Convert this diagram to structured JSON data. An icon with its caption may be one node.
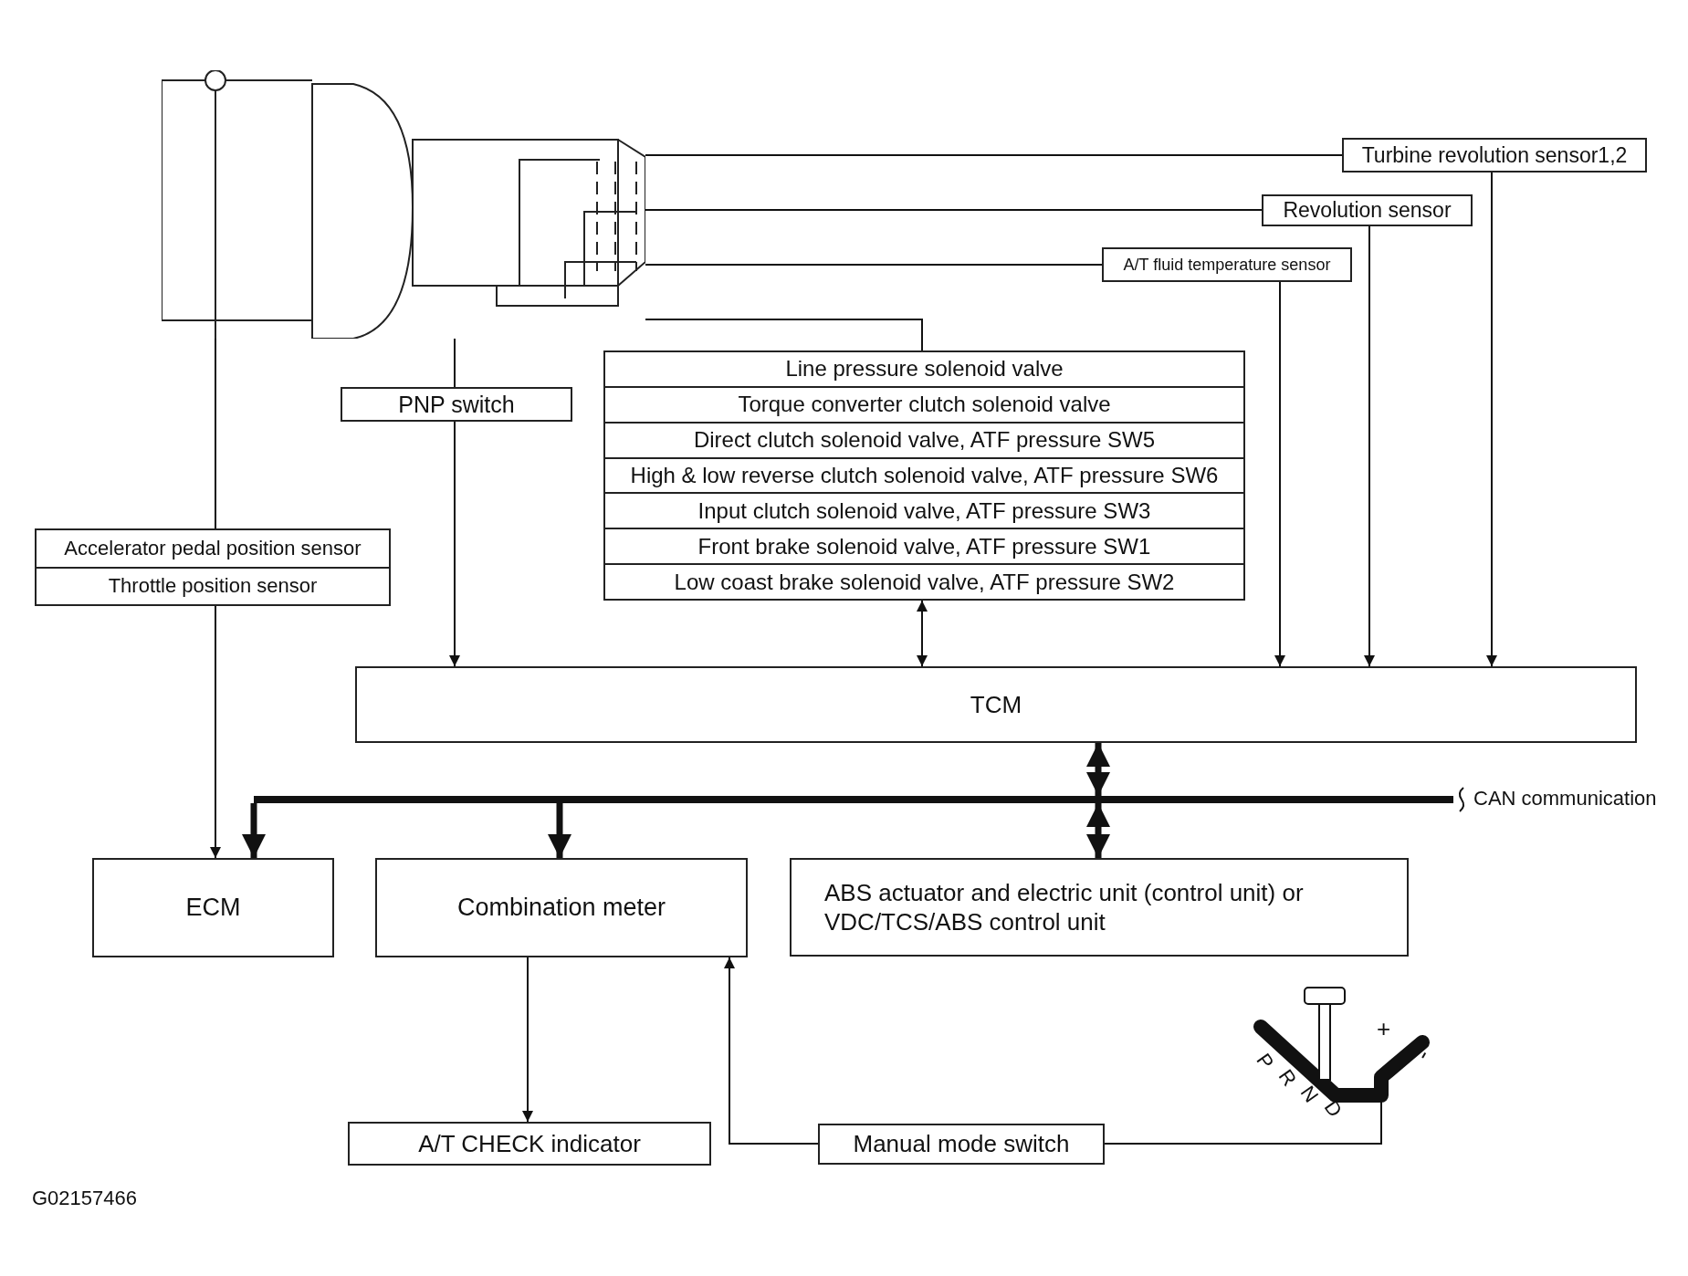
{
  "diagram": {
    "nodes": [
      {
        "text": [],
        "shape": "picture"
      },
      {
        "text": [
          "Turbine revolution sensor1,2"
        ]
      },
      {
        "text": [
          "Revolution sensor"
        ]
      },
      {
        "text": [
          "A/T fluid temperature sensor"
        ]
      },
      {
        "text": [
          "PNP switch"
        ]
      },
      {
        "text": [
          "Line pressure solenoid valve",
          "Torque converter clutch solenoid valve",
          "Direct clutch solenoid valve, ATF pressure SW5",
          "High & low reverse clutch solenoid valve, ATF pressure SW6",
          "Input clutch solenoid valve, ATF pressure SW3",
          "Front brake solenoid valve, ATF pressure SW1",
          "Low coast  brake solenoid valve, ATF pressure SW2"
        ]
      },
      {
        "text": [
          "Accelerator pedal position sensor",
          "Throttle position sensor"
        ]
      },
      {
        "text": [
          "TCM"
        ]
      },
      {
        "text": [],
        "shape": "bar",
        "beside": [
          "CAN communication"
        ]
      },
      {
        "text": [
          "ECM"
        ]
      },
      {
        "text": [
          "Combination meter"
        ]
      },
      {
        "text": [
          "ABS actuator and electric unit (control unit) or VDC/TCS/ABS control unit"
        ]
      },
      {
        "text": [
          "A/T CHECK indicator"
        ]
      },
      {
        "text": [
          "Manual mode switch"
        ]
      },
      {
        "text": [],
        "shape": "picture"
      }
    ],
    "edges": [
      {
        "from": 0,
        "to": 1,
        "arrow": "none"
      },
      {
        "from": 0,
        "to": 2,
        "arrow": "none"
      },
      {
        "from": 0,
        "to": 3,
        "arrow": "none"
      },
      {
        "from": 0,
        "to": 4,
        "arrow": "none"
      },
      {
        "from": 0,
        "to": 5,
        "arrow": "none"
      },
      {
        "from": 4,
        "to": 7,
        "arrow": "to"
      },
      {
        "from": 5,
        "to": 7,
        "arrow": "both"
      },
      {
        "from": 3,
        "to": 7,
        "arrow": "to"
      },
      {
        "from": 2,
        "to": 7,
        "arrow": "to"
      },
      {
        "from": 1,
        "to": 7,
        "arrow": "to"
      },
      {
        "from": 0,
        "to": 6,
        "arrow": "none"
      },
      {
        "from": 6,
        "to": 9,
        "arrow": "to"
      },
      {
        "from": 7,
        "to": 8,
        "arrow": "both",
        "style": "thick"
      },
      {
        "from": 8,
        "to": 9,
        "arrow": "to",
        "style": "thick"
      },
      {
        "from": 8,
        "to": 10,
        "arrow": "to",
        "style": "thick"
      },
      {
        "from": 8,
        "to": 11,
        "arrow": "both",
        "style": "thick"
      },
      {
        "from": 10,
        "to": 12,
        "arrow": "to"
      },
      {
        "from": 13,
        "to": 10,
        "arrow": "to"
      },
      {
        "from": 14,
        "to": 13,
        "arrow": "none"
      }
    ],
    "labels": [
      "P",
      "R",
      "N",
      "D",
      "+",
      "-",
      "G02157466"
    ]
  }
}
